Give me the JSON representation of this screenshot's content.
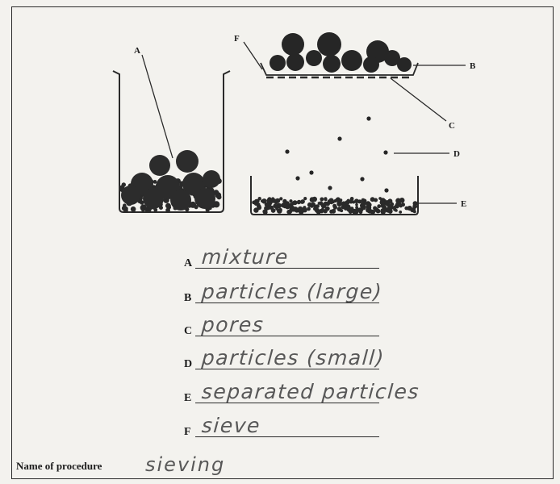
{
  "callouts": {
    "a": "A",
    "b": "B",
    "c": "C",
    "d": "D",
    "e": "E",
    "f": "F"
  },
  "answers": [
    {
      "key": "A",
      "text": "mixture"
    },
    {
      "key": "B",
      "text": "particles (large)"
    },
    {
      "key": "C",
      "text": "pores"
    },
    {
      "key": "D",
      "text": "particles (small)"
    },
    {
      "key": "E",
      "text": "separated particles"
    },
    {
      "key": "F",
      "text": "sieve"
    }
  ],
  "procedure": {
    "label": "Name of procedure",
    "answer": "sieving"
  }
}
